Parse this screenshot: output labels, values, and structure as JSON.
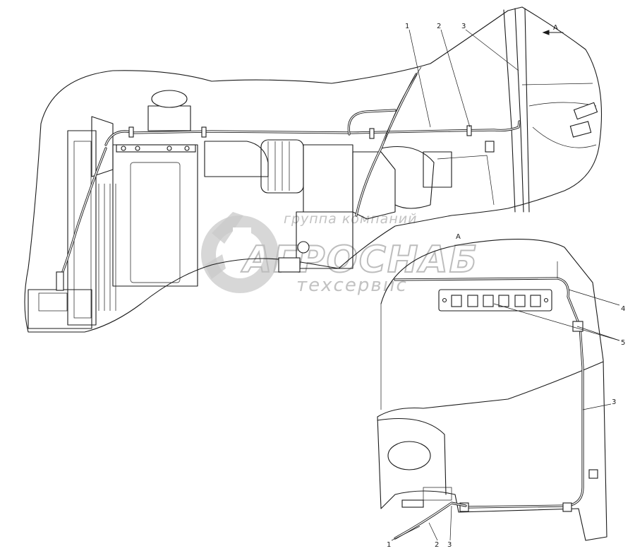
{
  "view_labels": {
    "section_a_top": "A",
    "section_a_mid": "A"
  },
  "callouts": {
    "top": [
      "1",
      "2",
      "3"
    ],
    "right_4": "4",
    "right_5": "5",
    "right_3": "3",
    "bottom": [
      "1",
      "2",
      "3"
    ]
  },
  "watermark": {
    "line1": "группа компаний",
    "line2": "АГРОСНАБ",
    "line3": "техсервис"
  },
  "colors": {
    "ink": "#1a1a1a",
    "watermark": "#c2c2c2",
    "paper": "#ffffff"
  }
}
